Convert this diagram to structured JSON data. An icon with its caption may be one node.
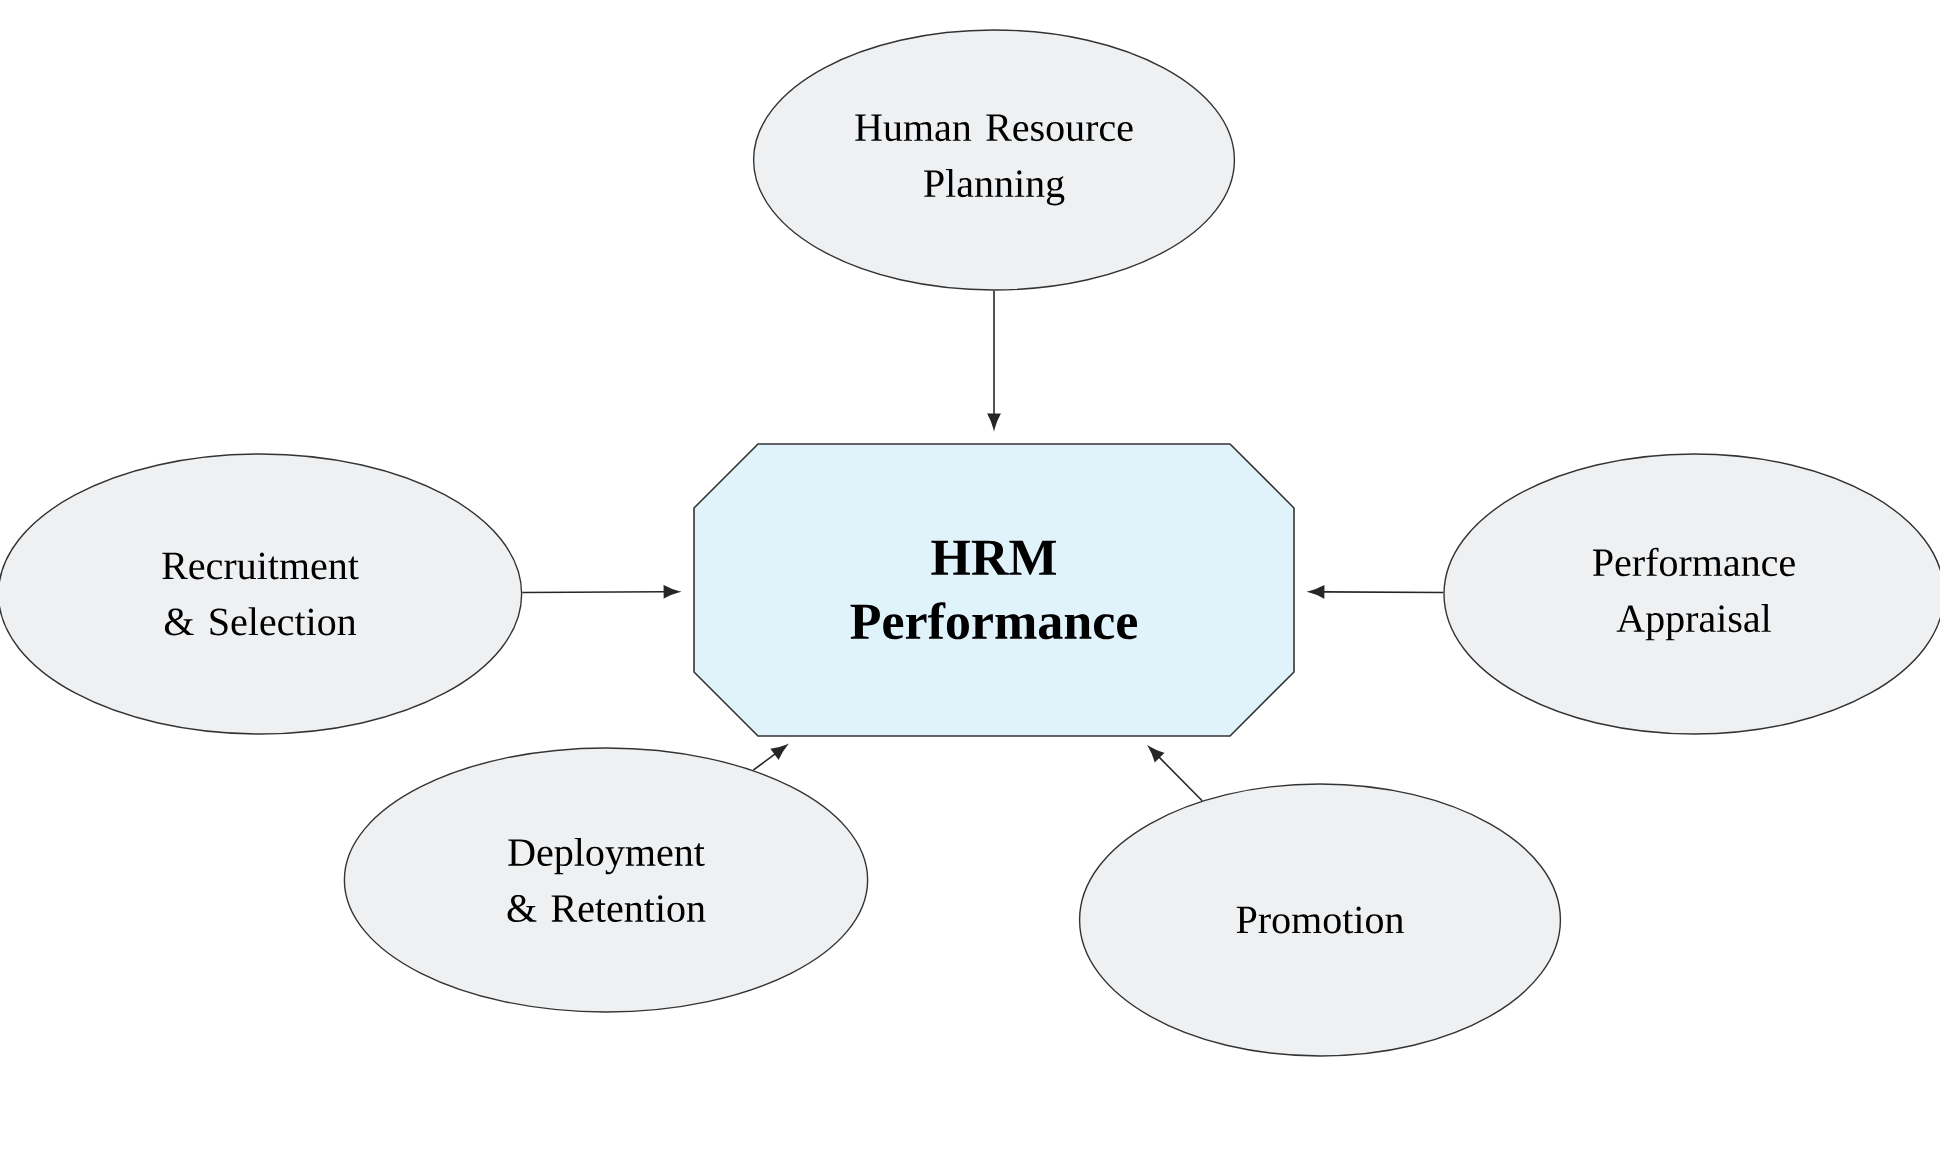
{
  "diagram": {
    "nodes": [
      {
        "text": [
          "HRM Performance"
        ]
      },
      {
        "text": [
          "Human Resource Planning"
        ]
      },
      {
        "text": [
          "Recruitment & Selection"
        ]
      },
      {
        "text": [
          "Performance Appraisal"
        ]
      },
      {
        "text": [
          "Deployment & Retention"
        ]
      },
      {
        "text": [
          "Promotion"
        ]
      }
    ],
    "edges": [
      {
        "from": 1,
        "to": 0,
        "arrow": "to"
      },
      {
        "from": 2,
        "to": 0,
        "arrow": "to"
      },
      {
        "from": 3,
        "to": 0,
        "arrow": "to"
      },
      {
        "from": 4,
        "to": 0,
        "arrow": "to"
      },
      {
        "from": 5,
        "to": 0,
        "arrow": "to"
      }
    ]
  }
}
